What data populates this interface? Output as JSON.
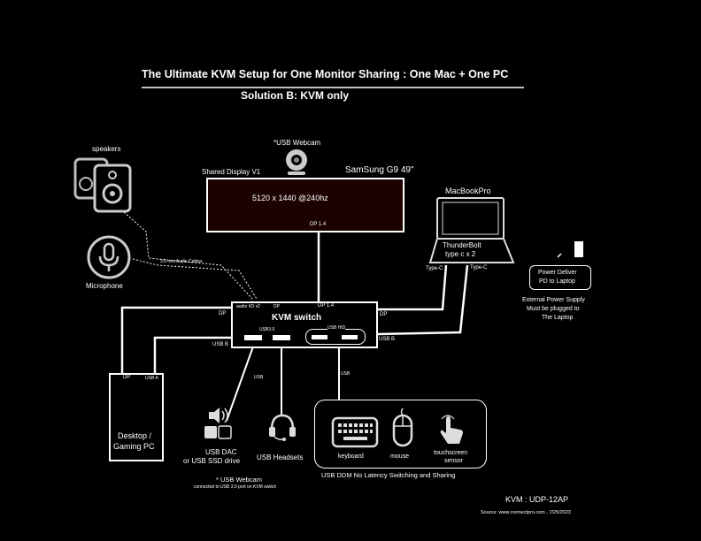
{
  "title": "The Ultimate KVM Setup for One Monitor Sharing  : One Mac + One PC",
  "subtitle": "Solution B: KVM only",
  "speakers_label": "speakers",
  "microphone_label": "Microphone",
  "audio_cables_label": "3.5 mm Audio Cables",
  "webcam_top_label": "*USB Webcam",
  "display": {
    "label": "Shared Display V1",
    "model": "SamSung G9 49\"",
    "resolution": "5120 x 1440 @240hz",
    "port": "DP 1.4"
  },
  "macbook": {
    "label": "MacBookPro",
    "tb_line1": "ThunderBolt",
    "tb_line2": "type c x 2",
    "port_left": "Type-C",
    "port_right": "Type-C"
  },
  "power": {
    "box_line1": "Power Deliver",
    "box_line2": "PD to Laptop",
    "note_line1": "External Power Supply",
    "note_line2": "Must be plugged to",
    "note_line3": "The Laptop"
  },
  "kvm": {
    "title": "KVM switch",
    "audio_port": "audio I/O x2",
    "dp_top": "DP",
    "dp_14": "DP 1.4",
    "usb30": "USB3.0",
    "usb_hid": "USB HID",
    "dp_left": "DP",
    "usb_b_left": "USB B",
    "dp_right": "DP",
    "usb_b_right": "USB B"
  },
  "desktop": {
    "dp": "DP",
    "usb_a": "USB A",
    "line1": "Desktop /",
    "line2": "Gaming PC"
  },
  "usb_label_1": "USB",
  "usb_label_2": "USB",
  "dac_line1": "USB DAC",
  "dac_line2": "or USB SSD drive",
  "headsets_label": "USB Headsets",
  "peripherals": {
    "keyboard": "keyboard",
    "mouse": "mouse",
    "touch_line1": "touchscreen",
    "touch_line2": "sensor",
    "caption": "USB DDM No Latency Switching and Sharing"
  },
  "webcam_note_line1": "* USB Webcam",
  "webcam_note_line2": "connected to USB 3.0 port on KVM switch",
  "kvm_model": "KVM : UDP-12AP",
  "source": "Source: www.connectpro.com , 7/25/2023"
}
